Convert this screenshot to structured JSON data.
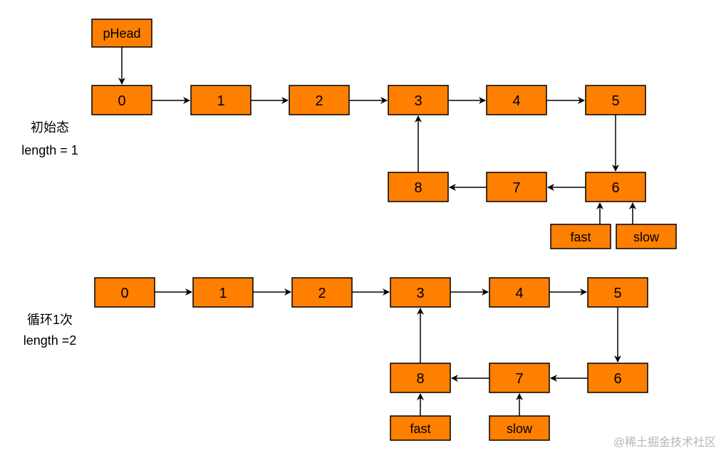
{
  "colors": {
    "node_fill": "#FF7F00",
    "node_stroke": "#000000",
    "arrow": "#000000"
  },
  "top": {
    "label_line1": "初始态",
    "label_line2": "length = 1",
    "head_pointer": "pHead",
    "nodes": [
      "0",
      "1",
      "2",
      "3",
      "4",
      "5",
      "6",
      "7",
      "8"
    ],
    "fast": "fast",
    "slow": "slow"
  },
  "bottom": {
    "label_line1": "循环1次",
    "label_line2": "length =2",
    "nodes": [
      "0",
      "1",
      "2",
      "3",
      "4",
      "5",
      "6",
      "7",
      "8"
    ],
    "fast": "fast",
    "slow": "slow"
  },
  "watermark": "@稀土掘金技术社区"
}
